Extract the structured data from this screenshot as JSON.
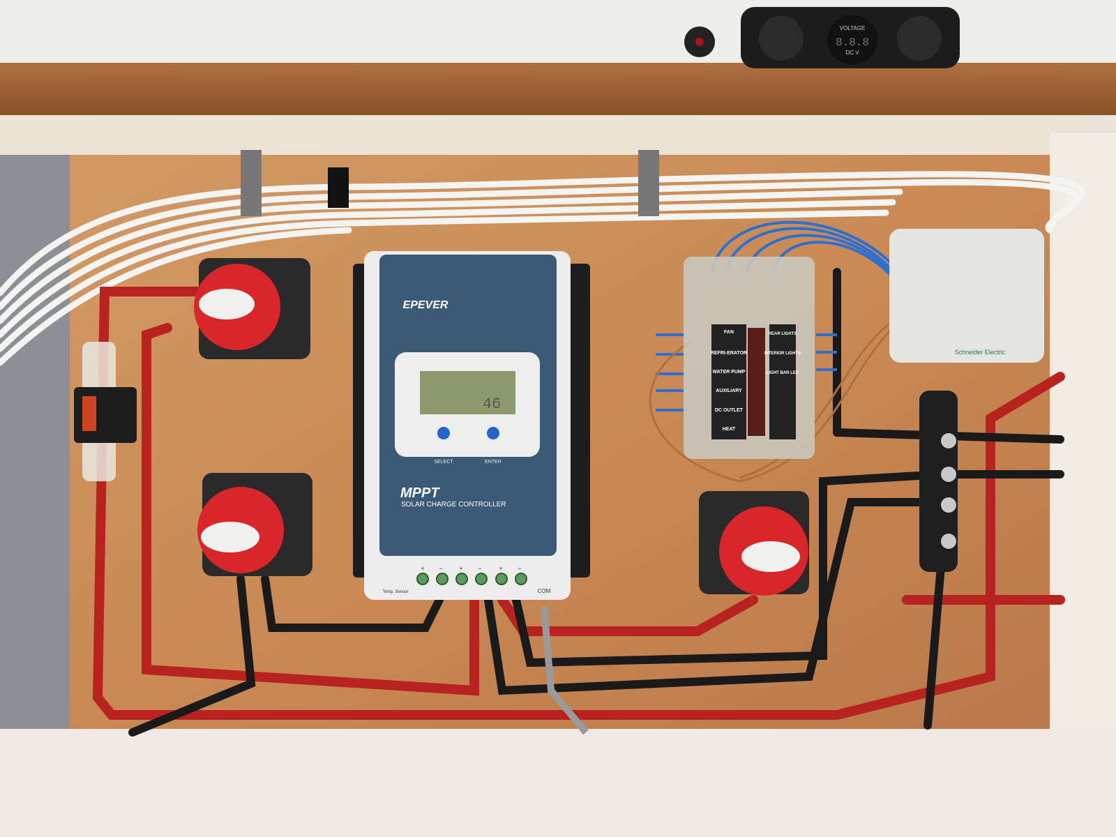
{
  "voltmeter": {
    "title": "VOLTAGE",
    "reading": "8.8.8",
    "units": "DC  V"
  },
  "charge_controller": {
    "brand": "EPEVER",
    "model": "MPPT",
    "subtitle": "SOLAR CHARGE CONTROLLER",
    "buttons": [
      "SELECT",
      "ENTER"
    ],
    "terminal_symbols": [
      "+",
      "−",
      "+",
      "−",
      "+",
      "−"
    ],
    "temp_label": "Temp. Sensor",
    "com_label": "COM",
    "lcd_reading": "46"
  },
  "fuse_box": {
    "left_labels": [
      "FAN",
      "REFRI-ERATOR",
      "WATER PUMP",
      "AUXILIARY",
      "DC OUTLET",
      "HEAT"
    ],
    "right_labels": [
      "REAR LIGHTS",
      "INTERIOR LIGHTS",
      "LIGHT BAR LED"
    ]
  },
  "junction_box": {
    "brand": "Schneider Electric"
  },
  "colors": {
    "wood": "#c98a55",
    "controller_blue": "#3a5a78",
    "switch_red": "#d8262a",
    "wire_red": "#b8231f",
    "wire_white": "#f4f4f2",
    "wire_blue": "#2f6fd0"
  }
}
